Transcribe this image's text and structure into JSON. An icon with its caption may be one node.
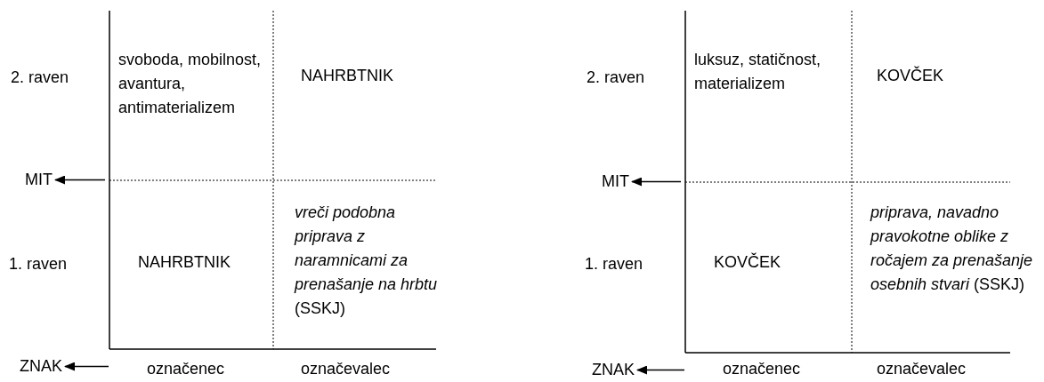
{
  "diagram": {
    "nodes": [
      {
        "text": [
          "MIT"
        ]
      },
      {
        "text": [
          "ZNAK"
        ]
      },
      {
        "text": [
          "MIT"
        ]
      },
      {
        "text": [
          "ZNAK"
        ]
      }
    ],
    "edges": [
      {
        "from": null,
        "to": 0,
        "arrow": "to"
      },
      {
        "from": null,
        "to": 1,
        "arrow": "to"
      },
      {
        "from": null,
        "to": 2,
        "arrow": "to"
      },
      {
        "from": null,
        "to": 3,
        "arrow": "to"
      }
    ],
    "labels": [
      "2. raven",
      "svoboda, mobilnost, avantura, antimaterializem",
      "NAHRBTNIK",
      "1. raven",
      "NAHRBTNIK",
      "*vreči podobna priprava z naramnicami za prenašanje na hrbtu* (SSKJ)",
      "označenec",
      "označevalec",
      "2. raven",
      "luksuz, statičnost, materializem",
      "KOVČEK",
      "1. raven",
      "KOVČEK",
      "*priprava, navadno pravokotne oblike z ročajem za prenašanje osebnih stvari* (SSKJ)",
      "označenec",
      "označevalec"
    ]
  }
}
